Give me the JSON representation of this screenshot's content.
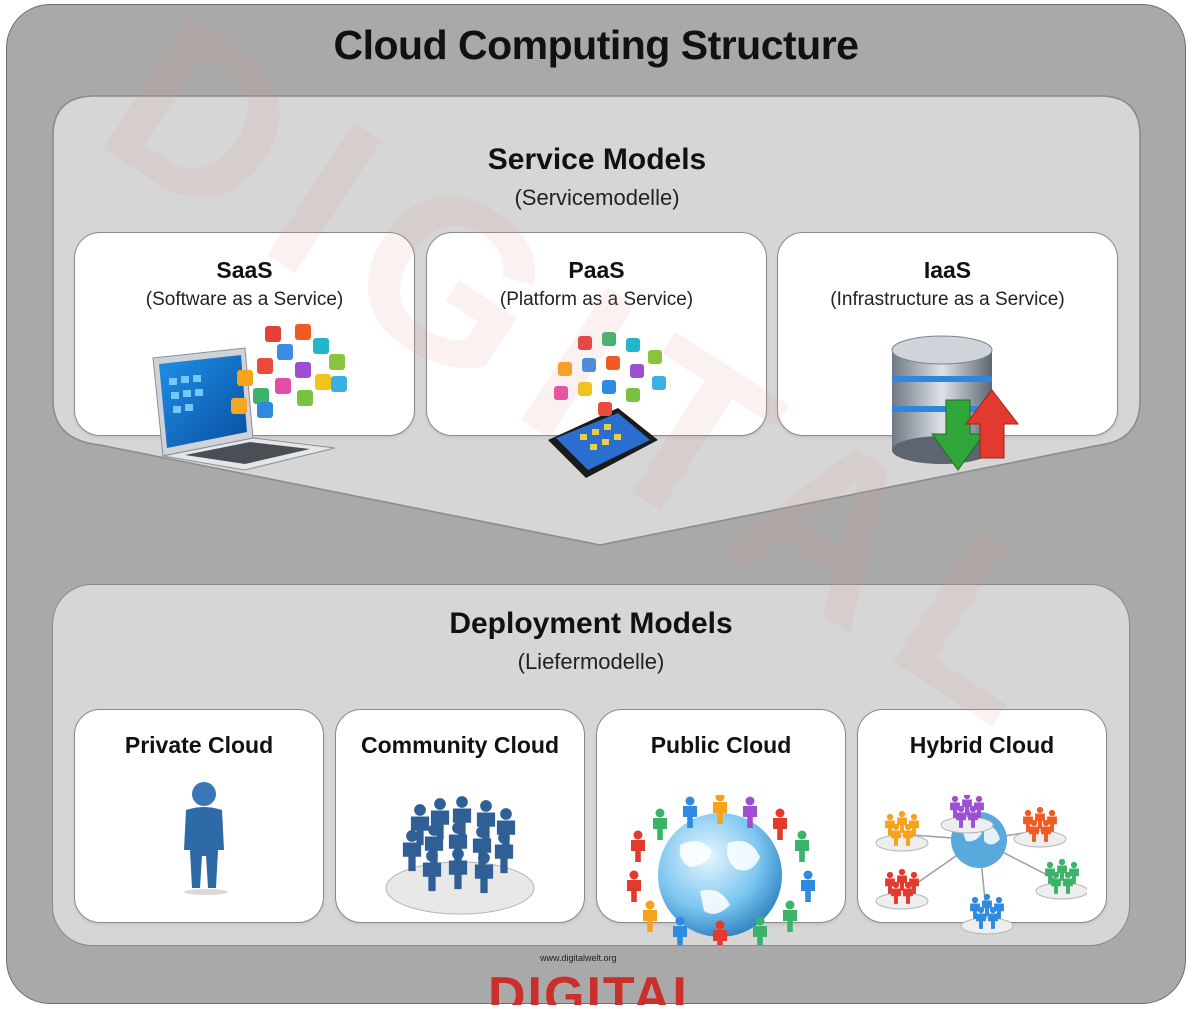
{
  "title": "Cloud Computing Structure",
  "service_models": {
    "title": "Service Models",
    "subtitle": "(Servicemodelle)",
    "items": [
      {
        "name": "SaaS",
        "desc": "(Software as a Service)"
      },
      {
        "name": "PaaS",
        "desc": "(Platform as a Service)"
      },
      {
        "name": "IaaS",
        "desc": "(Infrastructure as a Service)"
      }
    ]
  },
  "deployment_models": {
    "title": "Deployment Models",
    "subtitle": "(Liefermodelle)",
    "items": [
      {
        "name": "Private Cloud"
      },
      {
        "name": "Community Cloud"
      },
      {
        "name": "Public Cloud"
      },
      {
        "name": "Hybrid Cloud"
      }
    ]
  },
  "footer": {
    "url": "www.digitalwelt.org",
    "logo_text": "DIGITAL"
  },
  "watermark_text": "DIGITAL",
  "icons": [
    "laptop-apps-icon",
    "smartphone-apps-icon",
    "database-icon",
    "single-person-icon",
    "group-of-people-icon",
    "globe-with-people-icon",
    "hybrid-network-icon"
  ],
  "colors": {
    "background": "#a9a9a9",
    "panel": "#d6d6d6",
    "card": "#ffffff",
    "figure_blue": "#2f6aa8",
    "watermark": "#e6a0a0"
  }
}
